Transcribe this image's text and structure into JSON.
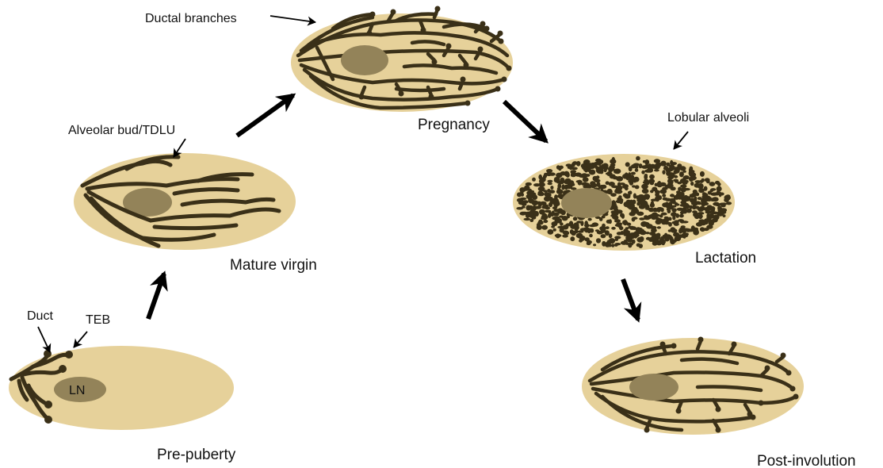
{
  "colors": {
    "fat_pad": "#e6d19a",
    "lymph_node": "#938359",
    "duct": "#3a3018",
    "arrow": "#000000",
    "background": "#ffffff"
  },
  "stages": [
    {
      "id": "pre-puberty",
      "label": "Pre-puberty"
    },
    {
      "id": "mature-virgin",
      "label": "Mature  virgin"
    },
    {
      "id": "pregnancy",
      "label": "Pregnancy"
    },
    {
      "id": "lactation",
      "label": "Lactation"
    },
    {
      "id": "post-involution",
      "label": "Post-involution"
    }
  ],
  "annotations": {
    "duct": "Duct",
    "teb": "TEB",
    "lymph_node": "LN",
    "alveolar_bud": "Alveolar bud/TDLU",
    "ductal_branches": "Ductal branches",
    "lobular_alveoli": "Lobular alveoli"
  }
}
